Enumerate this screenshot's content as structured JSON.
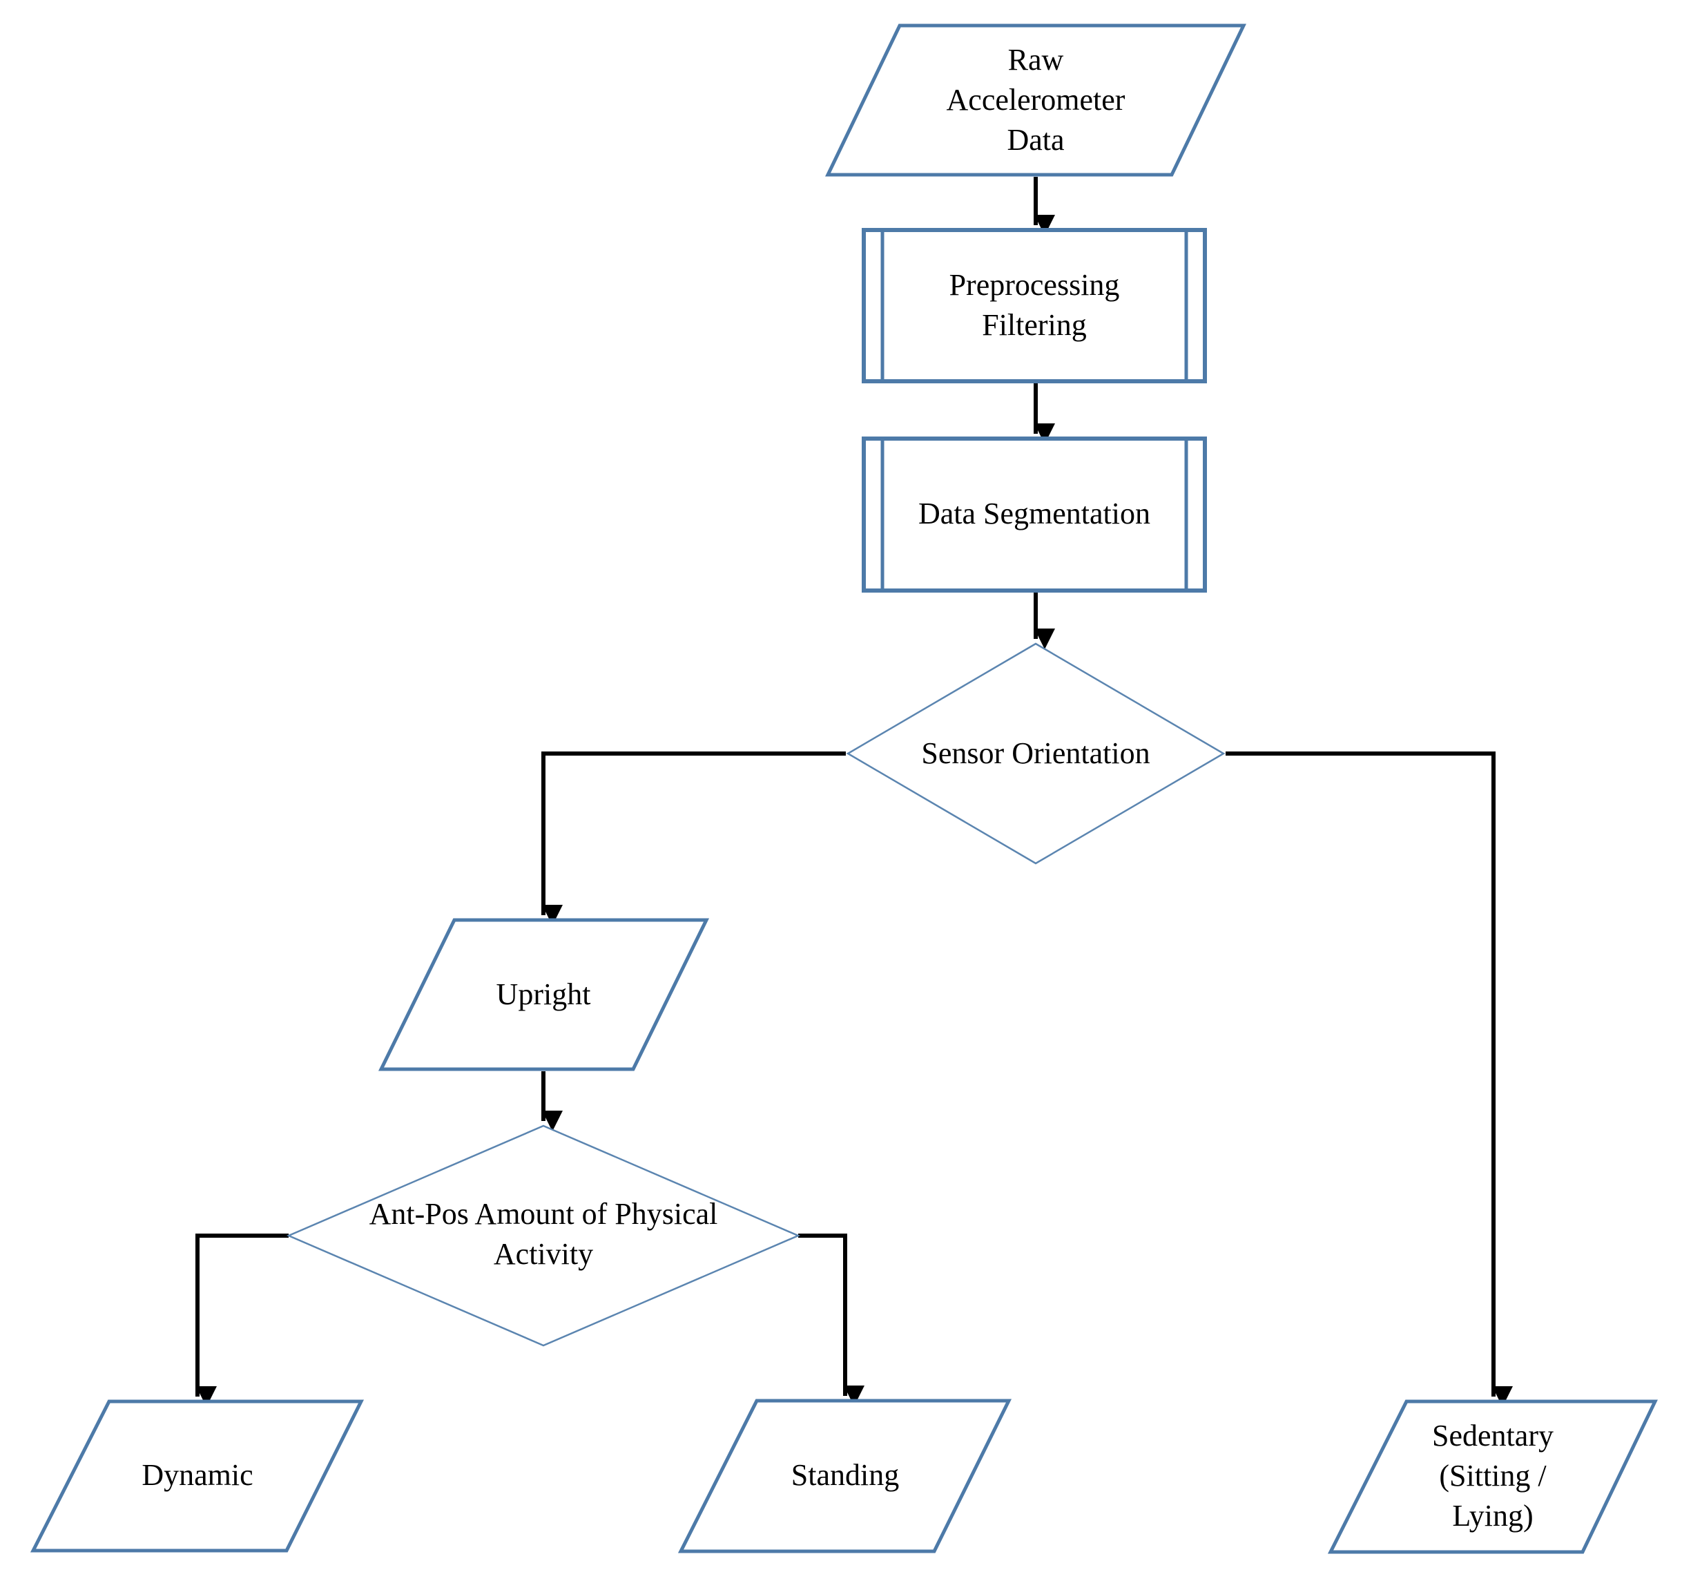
{
  "figure": {
    "type": "flowchart",
    "description_visible": false
  },
  "colors": {
    "background": "#ffffff",
    "shape_fill": "#ffffff",
    "parallelogram_border": "#4d7aa8",
    "process_box_border": "#4d7aa8",
    "diamond_border": "#5b85b0",
    "connector": "#000000",
    "text": "#000000"
  },
  "nodes": {
    "raw_data": {
      "type": "parallelogram-io",
      "label": "Raw\nAccelerometer\nData"
    },
    "preprocessing": {
      "type": "predefined-process",
      "label": "Preprocessing\nFiltering"
    },
    "segmentation": {
      "type": "predefined-process",
      "label": "Data Segmentation"
    },
    "orientation": {
      "type": "decision-diamond",
      "label": "Sensor Orientation"
    },
    "upright": {
      "type": "parallelogram-io",
      "label": "Upright"
    },
    "antpos": {
      "type": "decision-diamond",
      "label": "Ant-Pos Amount of Physical\nActivity"
    },
    "dynamic": {
      "type": "parallelogram-io",
      "label": "Dynamic"
    },
    "standing": {
      "type": "parallelogram-io",
      "label": "Standing"
    },
    "sedentary": {
      "type": "parallelogram-io",
      "label": "Sedentary\n(Sitting /\nLying)"
    }
  },
  "edges": [
    {
      "from": "raw_data",
      "to": "preprocessing"
    },
    {
      "from": "preprocessing",
      "to": "segmentation"
    },
    {
      "from": "segmentation",
      "to": "orientation"
    },
    {
      "from": "orientation",
      "to": "upright"
    },
    {
      "from": "orientation",
      "to": "sedentary"
    },
    {
      "from": "upright",
      "to": "antpos"
    },
    {
      "from": "antpos",
      "to": "dynamic"
    },
    {
      "from": "antpos",
      "to": "standing"
    }
  ]
}
